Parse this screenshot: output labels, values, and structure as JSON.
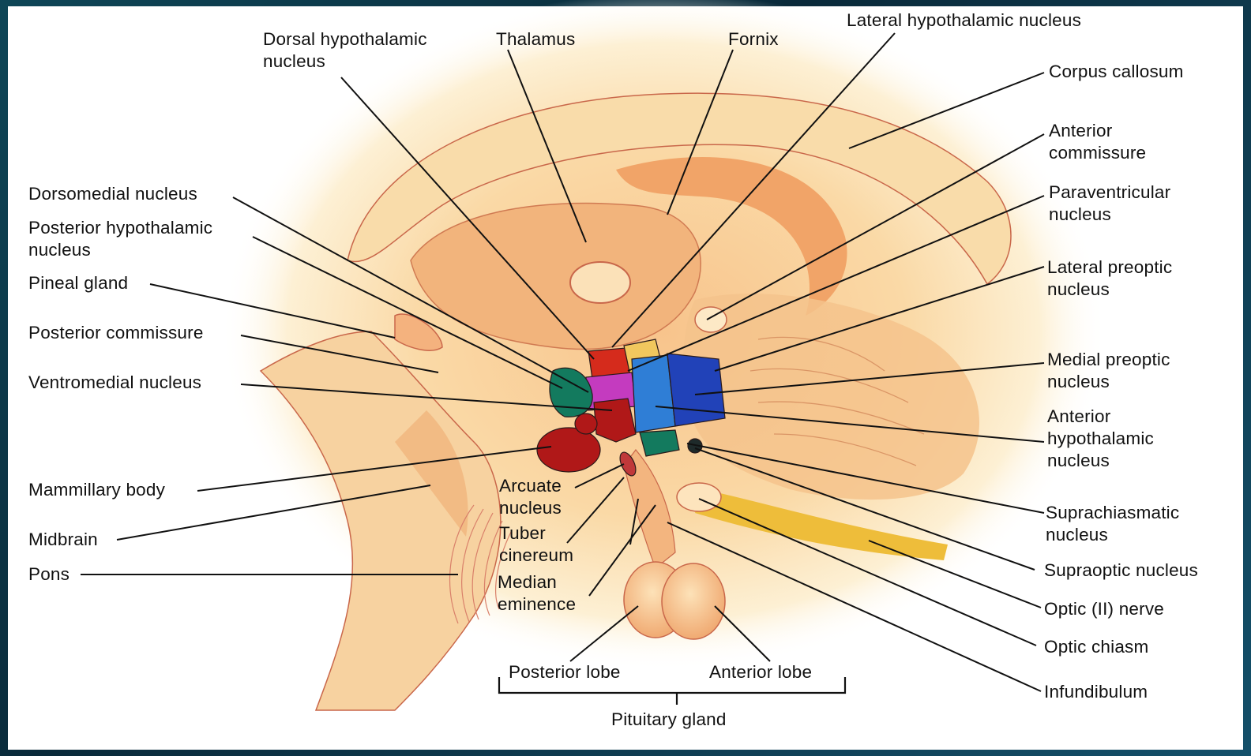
{
  "labels": {
    "dorsal_hypothalamic_nucleus": [
      "Dorsal hypothalamic",
      "nucleus"
    ],
    "thalamus": [
      "Thalamus"
    ],
    "fornix": [
      "Fornix"
    ],
    "lateral_hypothalamic_nucleus": [
      "Lateral hypothalamic nucleus"
    ],
    "corpus_callosum": [
      "Corpus callosum"
    ],
    "anterior_commissure": [
      "Anterior",
      "commissure"
    ],
    "paraventricular_nucleus": [
      "Paraventricular",
      "nucleus"
    ],
    "lateral_preoptic_nucleus": [
      "Lateral preoptic",
      "nucleus"
    ],
    "medial_preoptic_nucleus": [
      "Medial preoptic",
      "nucleus"
    ],
    "anterior_hypothalamic_nucleus": [
      "Anterior",
      "hypothalamic",
      "nucleus"
    ],
    "suprachiasmatic_nucleus": [
      "Suprachiasmatic",
      "nucleus"
    ],
    "supraoptic_nucleus": [
      "Supraoptic nucleus"
    ],
    "optic_nerve": [
      "Optic (II) nerve"
    ],
    "optic_chiasm": [
      "Optic chiasm"
    ],
    "infundibulum": [
      "Infundibulum"
    ],
    "dorsomedial_nucleus": [
      "Dorsomedial nucleus"
    ],
    "posterior_hypothalamic_nucleus": [
      "Posterior hypothalamic",
      "nucleus"
    ],
    "pineal_gland": [
      "Pineal gland"
    ],
    "posterior_commissure": [
      "Posterior commissure"
    ],
    "ventromedial_nucleus": [
      "Ventromedial nucleus"
    ],
    "mammillary_body": [
      "Mammillary body"
    ],
    "midbrain": [
      "Midbrain"
    ],
    "pons": [
      "Pons"
    ],
    "arcuate_nucleus": [
      "Arcuate",
      "nucleus"
    ],
    "tuber_cinereum": [
      "Tuber",
      "cinereum"
    ],
    "median_eminence": [
      "Median",
      "eminence"
    ],
    "posterior_lobe": [
      "Posterior lobe"
    ],
    "anterior_lobe": [
      "Anterior lobe"
    ],
    "pituitary_gland": [
      "Pituitary gland"
    ]
  },
  "colors": {
    "background_frame": "#0c2d3d",
    "panel": "#ffffff",
    "tissue_glow": "#fbe2a6",
    "tissue": "#f6c992",
    "tissue_shade": "#e9955c",
    "outline": "#c9674a",
    "nucleus_red": "#b01818",
    "nucleus_green": "#137a5e",
    "nucleus_magenta": "#c43bbf",
    "nucleus_blue": "#2142b8",
    "nucleus_lightblue": "#2f7ed6",
    "nucleus_yellow": "#f1c75e",
    "optic_nerve": "#eebd3a"
  }
}
